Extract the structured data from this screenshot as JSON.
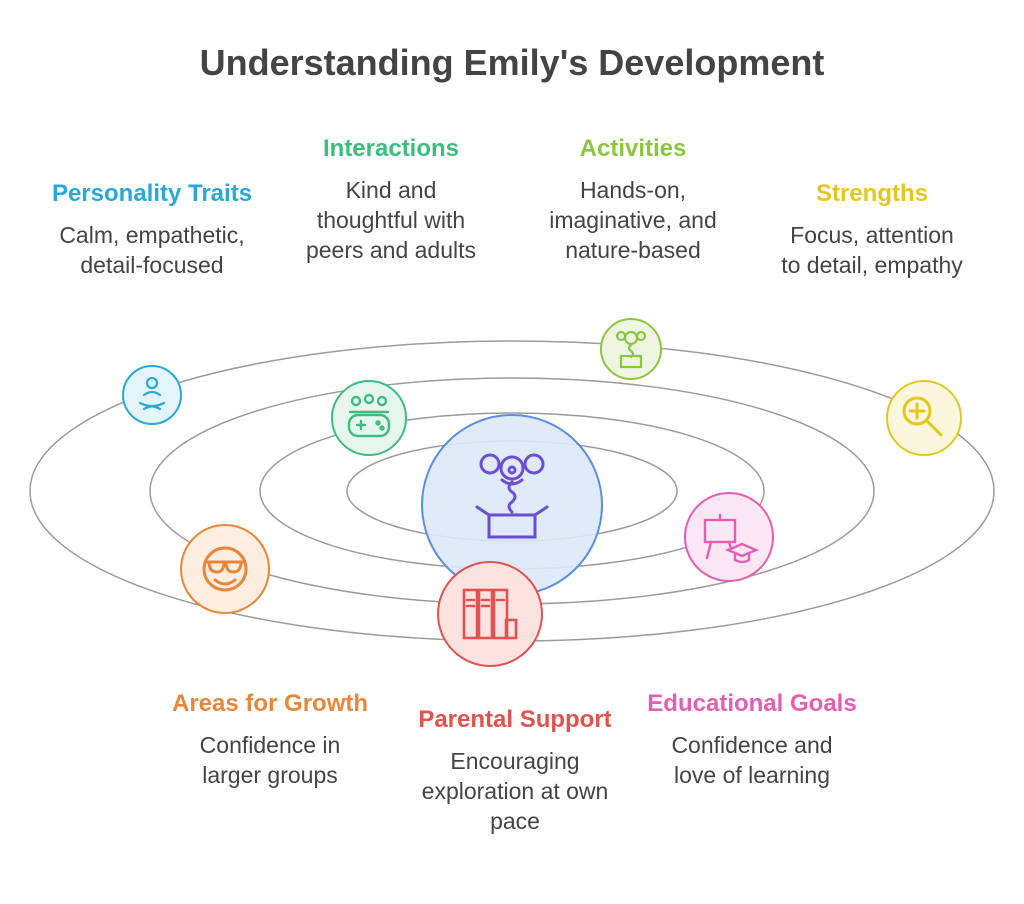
{
  "title": "Understanding Emily's Development",
  "colors": {
    "personality": "#29a9d8",
    "interactions": "#3dbd7d",
    "activities": "#8cc63f",
    "strengths": "#e3c71c",
    "growth": "#e8863a",
    "parental": "#e2524f",
    "educational": "#e25fb3",
    "center": "#5a8fe6"
  },
  "nodes": {
    "personality": {
      "title": "Personality Traits",
      "desc": "Calm, empathetic,\ndetail-focused",
      "icon": "meditation-icon"
    },
    "interactions": {
      "title": "Interactions",
      "desc": "Kind and\nthoughtful with\npeers and adults",
      "icon": "game-controller-group-icon"
    },
    "activities": {
      "title": "Activities",
      "desc": "Hands-on,\nimaginative, and\nnature-based",
      "icon": "jack-in-the-box-icon"
    },
    "strengths": {
      "title": "Strengths",
      "desc": "Focus, attention\nto detail, empathy",
      "icon": "magnifier-icon"
    },
    "growth": {
      "title": "Areas for Growth",
      "desc": "Confidence in\nlarger groups",
      "icon": "sunglasses-face-icon"
    },
    "parental": {
      "title": "Parental Support",
      "desc": "Encouraging\nexploration at own\npace",
      "icon": "bookshelf-icon"
    },
    "educational": {
      "title": "Educational Goals",
      "desc": "Confidence and\nlove of learning",
      "icon": "graduation-presentation-icon"
    },
    "center": {
      "icon": "clown-in-box-icon"
    }
  }
}
